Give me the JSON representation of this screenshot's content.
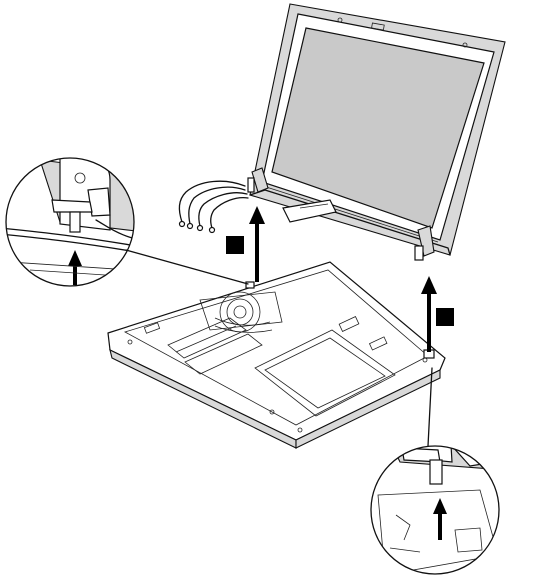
{
  "figure": {
    "callouts": [
      {
        "id": "step-1",
        "shape": "filled-square"
      },
      {
        "id": "step-2",
        "shape": "filled-square"
      }
    ],
    "colors": {
      "line": "#111111",
      "shade": "#d9d9d9",
      "panel": "#c9c9c9",
      "background": "#ffffff",
      "marker": "#000000"
    }
  }
}
